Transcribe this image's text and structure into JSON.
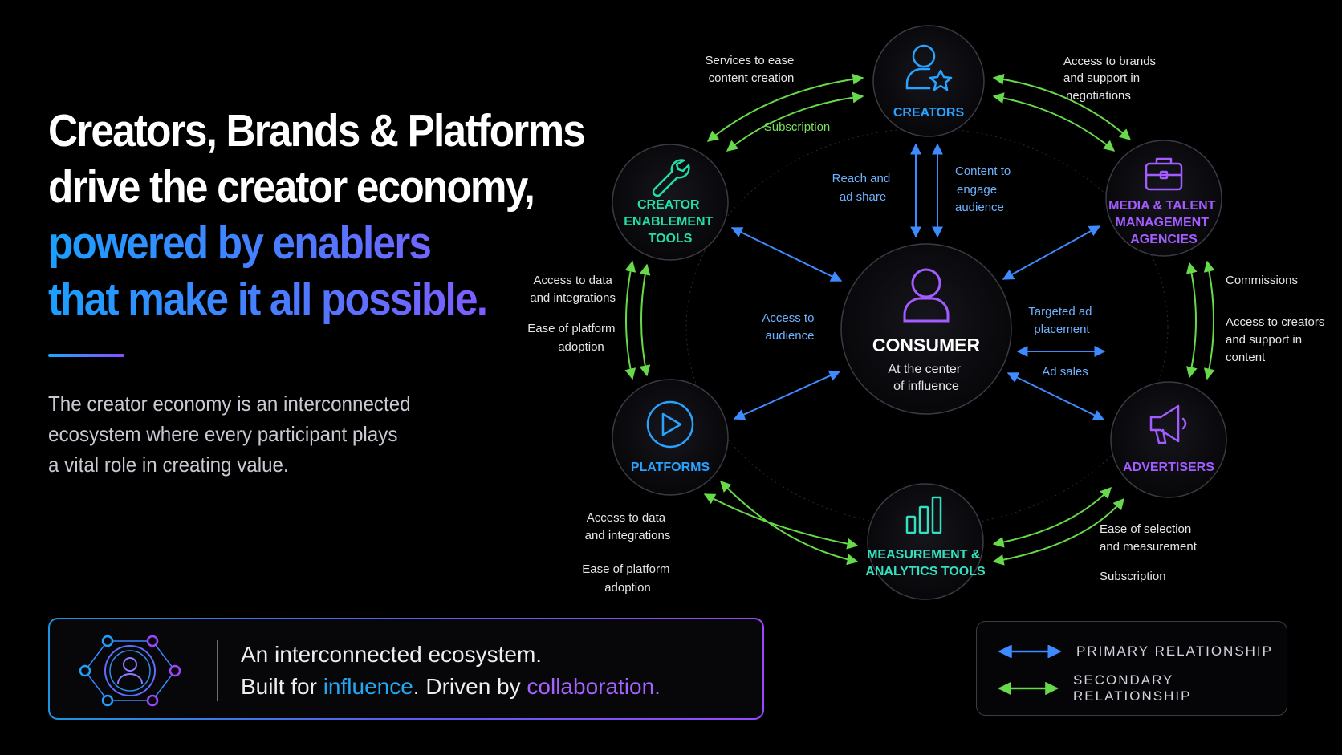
{
  "headline": {
    "line1": "Creators, Brands & Platforms",
    "line2": "drive the creator economy,",
    "line3": "powered by enablers",
    "line4": "that make it all possible."
  },
  "subtitle": {
    "line1": "The creator economy is an interconnected",
    "line2": "ecosystem where every participant plays",
    "line3": "a vital role in creating value."
  },
  "nodes": {
    "creators": {
      "label": "CREATORS",
      "icon": "user-star-icon"
    },
    "enablement": {
      "label_line1": "CREATOR",
      "label_line2": "ENABLEMENT",
      "label_line3": "TOOLS",
      "icon": "wrench-icon"
    },
    "media": {
      "label_line1": "MEDIA & TALENT",
      "label_line2": "MANAGEMENT",
      "label_line3": "AGENCIES",
      "icon": "briefcase-icon"
    },
    "consumer": {
      "label": "CONSUMER",
      "sub_line1": "At the center",
      "sub_line2": "of influence",
      "icon": "user-icon"
    },
    "platforms": {
      "label": "PLATFORMS",
      "icon": "play-icon"
    },
    "advertisers": {
      "label": "ADVERTISERS",
      "icon": "megaphone-icon"
    },
    "measurement": {
      "label_line1": "MEASUREMENT &",
      "label_line2": "ANALYTICS TOOLS",
      "icon": "bar-chart-icon"
    }
  },
  "annotations": {
    "services_line1": "Services to ease",
    "services_line2": "content creation",
    "subscription_top": "Subscription",
    "brands_line1": "Access to brands",
    "brands_line2": "and support in",
    "brands_line3": "negotiations",
    "reach_line1": "Reach and",
    "reach_line2": "ad share",
    "content_line1": "Content to",
    "content_line2": "engage",
    "content_line3": "audience",
    "data_left_line1": "Access to data",
    "data_left_line2": "and integrations",
    "ease_left_line1": "Ease of platform",
    "ease_left_line2": "adoption",
    "audience_line1": "Access to",
    "audience_line2": "audience",
    "targeted_line1": "Targeted ad",
    "targeted_line2": "placement",
    "adsales": "Ad sales",
    "commissions": "Commissions",
    "creators_access_line1": "Access to creators",
    "creators_access_line2": "and support in",
    "creators_access_line3": "content",
    "data_bottom_line1": "Access to data",
    "data_bottom_line2": "and integrations",
    "ease_bottom_line1": "Ease of platform",
    "ease_bottom_line2": "adoption",
    "selection_line1": "Ease of selection",
    "selection_line2": "and measurement",
    "subscription_bottom": "Subscription"
  },
  "tagline": {
    "line1": "An interconnected ecosystem.",
    "prefix": "Built for ",
    "influence": "influence",
    "middle": ". Driven by ",
    "collaboration": "collaboration."
  },
  "legend": {
    "primary": "PRIMARY RELATIONSHIP",
    "secondary": "SECONDARY RELATIONSHIP"
  },
  "colors": {
    "primary_arrow": "#3d8bff",
    "secondary_arrow": "#67d94a",
    "blue_label": "#2aa3ff",
    "green_label": "#22e0a8",
    "purple_label": "#a25cff",
    "teal_label": "#35e0c0"
  }
}
